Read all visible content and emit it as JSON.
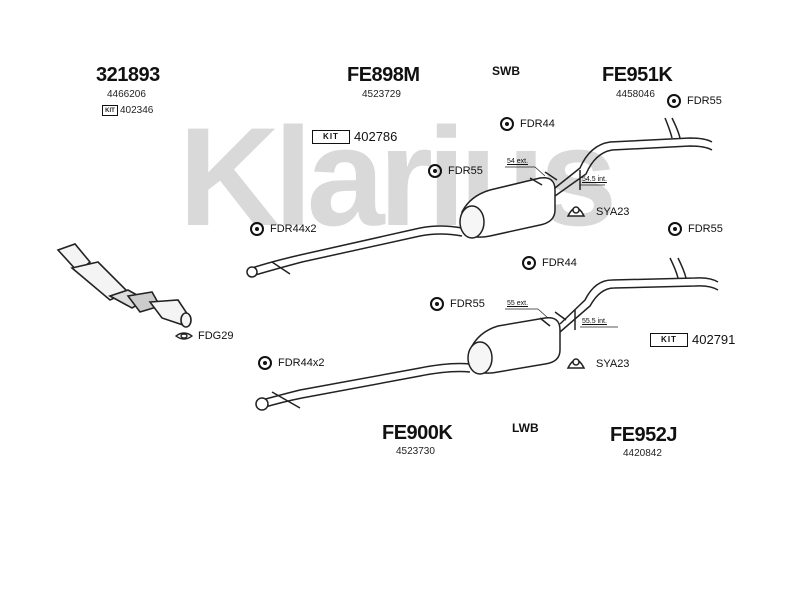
{
  "watermark": "Klarius",
  "parts": {
    "cat": {
      "code": "321893",
      "number": "4466206",
      "kit_label": "KIT",
      "kit_number": "402346"
    },
    "fe898m": {
      "code": "FE898M",
      "number": "4523729"
    },
    "swb": {
      "label": "SWB"
    },
    "fe951k": {
      "code": "FE951K",
      "number": "4458046"
    },
    "fe900k": {
      "code": "FE900K",
      "number": "4523730"
    },
    "lwb": {
      "label": "LWB"
    },
    "fe952j": {
      "code": "FE952J",
      "number": "4420842"
    }
  },
  "fittings": {
    "kit_top": {
      "label": "KIT",
      "number": "402786"
    },
    "kit_bottom": {
      "label": "KIT",
      "number": "402791"
    },
    "fdr44_top": "FDR44",
    "fdr55_top_right": "FDR55",
    "fdr55_mid_left": "FDR55",
    "fdr44x2_top": "FDR44x2",
    "sya23_top": "SYA23",
    "fdr55_mid_right": "FDR55",
    "fdr44_mid": "FDR44",
    "fdr55_low_left": "FDR55",
    "fdg29": "FDG29",
    "fdr44x2_bottom": "FDR44x2",
    "sya23_bottom": "SYA23"
  },
  "dimensions": {
    "top_ext": "54 ext.",
    "top_int": "54.5 int.",
    "bottom_ext": "55 ext.",
    "bottom_int": "55.5 int."
  }
}
